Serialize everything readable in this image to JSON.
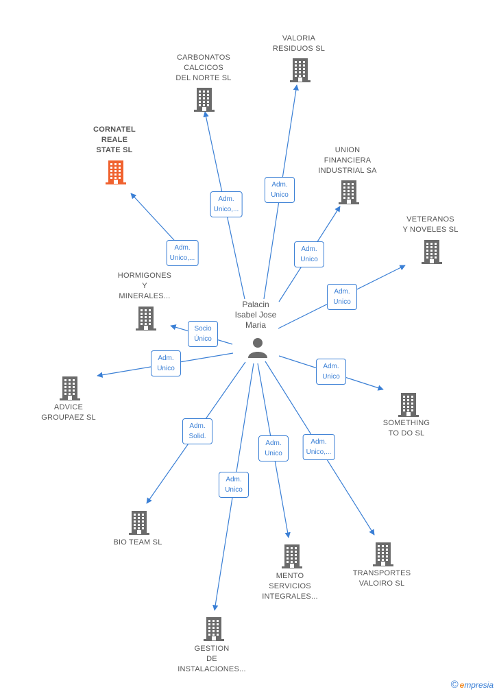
{
  "center": {
    "name": "Palacin\nIsabel Jose\nMaria"
  },
  "companies": [
    {
      "id": "cornatel",
      "name": "CORNATEL\nREALE\nSTATE  SL",
      "focus": true
    },
    {
      "id": "carbonatos",
      "name": "CARBONATOS\nCALCICOS\nDEL NORTE  SL"
    },
    {
      "id": "valoria",
      "name": "VALORIA\nRESIDUOS  SL"
    },
    {
      "id": "union",
      "name": "UNION\nFINANCIERA\nINDUSTRIAL SA"
    },
    {
      "id": "veteranos",
      "name": "VETERANOS\nY NOVELES  SL"
    },
    {
      "id": "hormigones",
      "name": "HORMIGONES\nY\nMINERALES..."
    },
    {
      "id": "advice",
      "name": "ADVICE\nGROUPAEZ  SL"
    },
    {
      "id": "something",
      "name": "SOMETHING\nTO DO  SL"
    },
    {
      "id": "bioteam",
      "name": "BIO TEAM SL"
    },
    {
      "id": "mento",
      "name": "MENTO\nSERVICIOS\nINTEGRALES..."
    },
    {
      "id": "transportes",
      "name": "TRANSPORTES\nVALOIRO  SL"
    },
    {
      "id": "gestion",
      "name": "GESTION\nDE\nINSTALACIONES..."
    }
  ],
  "edges": [
    {
      "to": "cornatel",
      "label": "Adm.\nUnico,..."
    },
    {
      "to": "carbonatos",
      "label": "Adm.\nUnico,..."
    },
    {
      "to": "valoria",
      "label": "Adm.\nUnico"
    },
    {
      "to": "union",
      "label": "Adm.\nUnico"
    },
    {
      "to": "veteranos",
      "label": "Adm.\nUnico"
    },
    {
      "to": "hormigones",
      "label": "Socio\nÚnico"
    },
    {
      "to": "advice",
      "label": "Adm.\nUnico"
    },
    {
      "to": "something",
      "label": "Adm.\nUnico"
    },
    {
      "to": "bioteam",
      "label": "Adm.\nSolid."
    },
    {
      "to": "mento",
      "label": "Adm.\nUnico"
    },
    {
      "to": "transportes",
      "label": "Adm.\nUnico,..."
    },
    {
      "to": "gestion",
      "label": "Adm.\nUnico"
    }
  ],
  "colors": {
    "edge": "#3a7fd5",
    "building": "#6b6b6b",
    "building_focus": "#f0622f",
    "text": "#555555"
  },
  "credit": {
    "symbol": "©",
    "brand_first": "e",
    "brand_rest": "mpresia"
  }
}
